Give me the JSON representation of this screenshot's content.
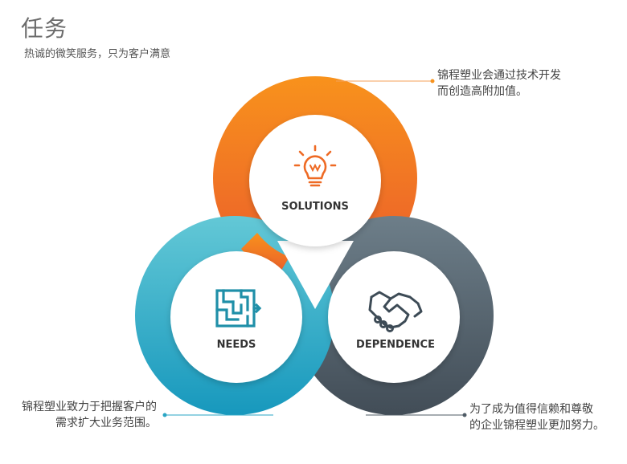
{
  "header": {
    "title": "任务",
    "subtitle": "热诚的微笑服务，只为客户满意"
  },
  "circles": {
    "solutions": {
      "label": "SOLUTIONS",
      "color_start": "#f7931e",
      "color_end": "#ec5f2b",
      "icon": "lightbulb-icon"
    },
    "needs": {
      "label": "NEEDS",
      "color_start": "#5fc6d6",
      "color_end": "#1f9fc0",
      "icon": "maze-icon"
    },
    "dependence": {
      "label": "DEPENDENCE",
      "color_start": "#6b7c88",
      "color_end": "#46525c",
      "icon": "handshake-icon"
    }
  },
  "notes": {
    "top_right": {
      "line1": "锦程塑业会通过技术开发",
      "line2": "而创造高附加值。"
    },
    "bottom_left": {
      "line1": "锦程塑业致力于把握客户的",
      "line2": "需求扩大业务范围。"
    },
    "bottom_right": {
      "line1": "为了成为值得信赖和尊敬",
      "line2": "的企业锦程塑业更加努力。"
    }
  },
  "colors": {
    "inner_circle": "#ffffff",
    "line": "#f7931e",
    "teal_line": "#2aa5c4",
    "gray_line": "#4f5b65"
  }
}
